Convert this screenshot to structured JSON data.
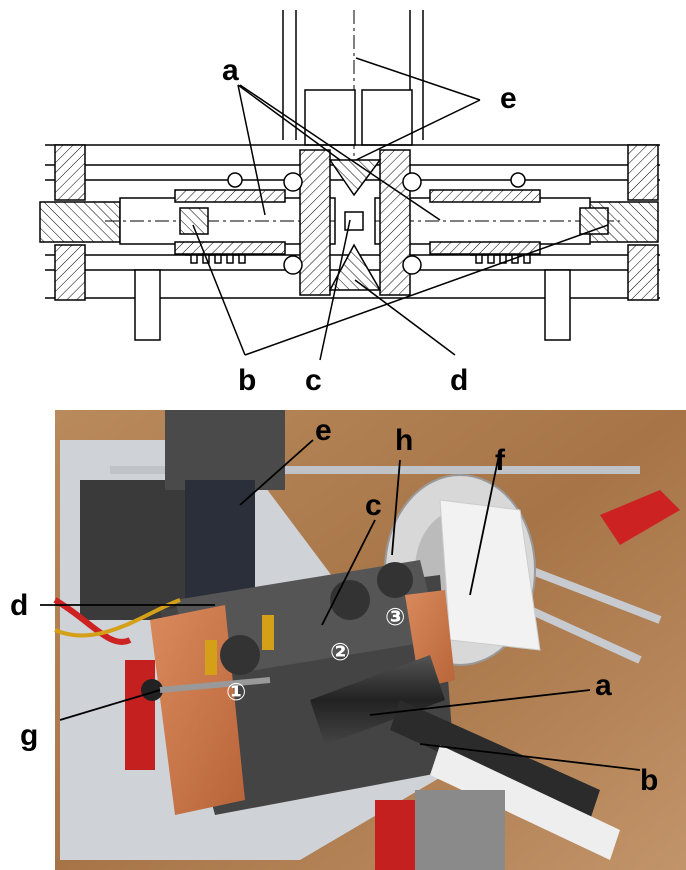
{
  "top_diagram": {
    "labels": {
      "a": "a",
      "b": "b",
      "c": "c",
      "d": "d",
      "e": "e"
    }
  },
  "bottom_render": {
    "labels": {
      "a": "a",
      "b": "b",
      "c": "c",
      "d": "d",
      "e": "e",
      "f": "f",
      "g": "g",
      "h": "h"
    },
    "chambers": [
      "①",
      "②",
      "③"
    ]
  }
}
